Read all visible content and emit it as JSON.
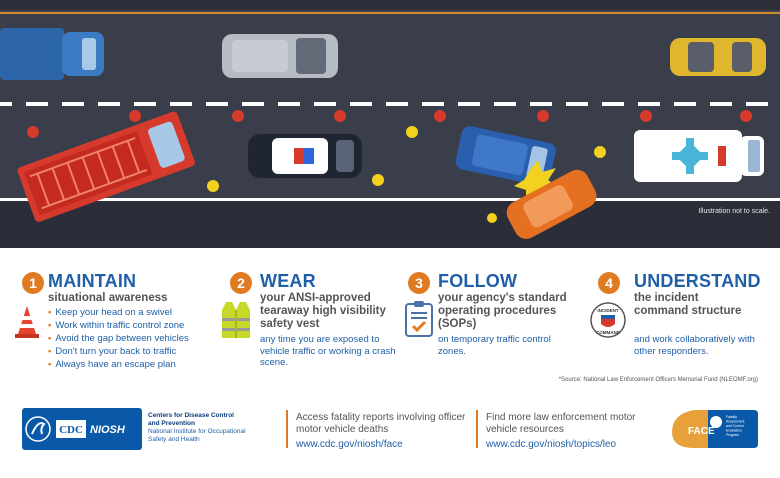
{
  "scene": {
    "note": "Illustration not to scale."
  },
  "steps": [
    {
      "number": "1",
      "title": "MAINTAIN",
      "subtitle": "situational awareness",
      "bullets": [
        "Keep your head on a swivel",
        "Work within traffic control zone",
        "Avoid the gap between vehicles",
        "Don't turn your back to traffic",
        "Always have an escape plan"
      ],
      "icon": "traffic-cone-icon"
    },
    {
      "number": "2",
      "title": "WEAR",
      "subtitle": "your ANSI-approved tearaway high visibility safety vest",
      "detail": "any time you are exposed to vehicle traffic or working a crash scene.",
      "icon": "safety-vest-icon"
    },
    {
      "number": "3",
      "title": "FOLLOW",
      "subtitle": "your agency's standard operating procedures (SOPs)",
      "detail": "on temporary traffic control zones.",
      "icon": "clipboard-check-icon"
    },
    {
      "number": "4",
      "title": "UNDERSTAND",
      "subtitle": "the incident command structure",
      "detail": "and work collaboratively with other responders.",
      "icon": "incident-command-badge-icon",
      "badge_text_top": "INCIDENT",
      "badge_text_bottom": "COMMAND"
    }
  ],
  "source": "*Source: National Law Enforcement Officers Memorial Fund (NLEOMF.org)",
  "footer": {
    "cdc_logo_text": "CDC",
    "niosh_logo_text": "NIOSH",
    "cdc_org_line1": "Centers for Disease Control",
    "cdc_org_line2": "and Prevention",
    "cdc_org_line3": "National Institute for Occupational",
    "cdc_org_line4": "Safety and Health",
    "link1_text": "Access fatality reports involving officer motor vehicle deaths",
    "link1_url": "www.cdc.gov/niosh/face",
    "link2_text": "Find more law enforcement motor vehicle resources",
    "link2_url": "www.cdc.gov/niosh/topics/leo",
    "face_logo_text": "FACE",
    "face_tagline": "Fatality Assessment and Control Evaluation Program"
  },
  "colors": {
    "accent_orange": "#e07b22",
    "brand_blue": "#1f5fa8",
    "road": "#3a3d4a"
  }
}
